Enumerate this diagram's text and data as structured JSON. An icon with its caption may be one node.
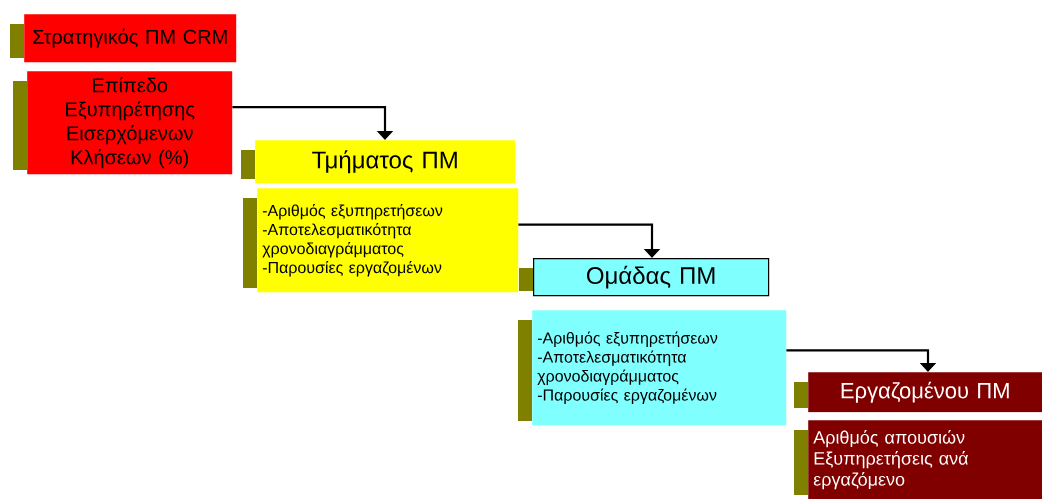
{
  "diagram": {
    "nodes": [
      {
        "text": [
          "Στρατηγικός ΠΜ CRM"
        ]
      },
      {
        "text": [
          "Επίπεδο Εξυπηρέτησης Εισερχόμενων Κλήσεων (%)"
        ]
      },
      {
        "text": [
          "Τμήματος ΠΜ"
        ]
      },
      {
        "text": [
          "-Αριθμός εξυπηρετήσεων",
          "-Αποτελεσματικότητα χρονοδιαγράμματος",
          "-Παρουσίες εργαζομένων"
        ]
      },
      {
        "text": [
          "Ομάδας ΠΜ"
        ]
      },
      {
        "text": [
          "-Αριθμός εξυπηρετήσεων",
          "-Αποτελεσματικότητα χρονοδιαγράμματος",
          "-Παρουσίες εργαζομένων"
        ]
      },
      {
        "text": [
          "Εργαζομένου ΠΜ"
        ]
      },
      {
        "text": [
          "Αριθμός απουσιών",
          "Εξυπηρετήσεις ανά εργαζόμενο"
        ]
      }
    ],
    "edges": [
      {
        "from": 1,
        "to": 2,
        "arrow": "to"
      },
      {
        "from": 3,
        "to": 4,
        "arrow": "to"
      },
      {
        "from": 5,
        "to": 6,
        "arrow": "to"
      }
    ]
  }
}
